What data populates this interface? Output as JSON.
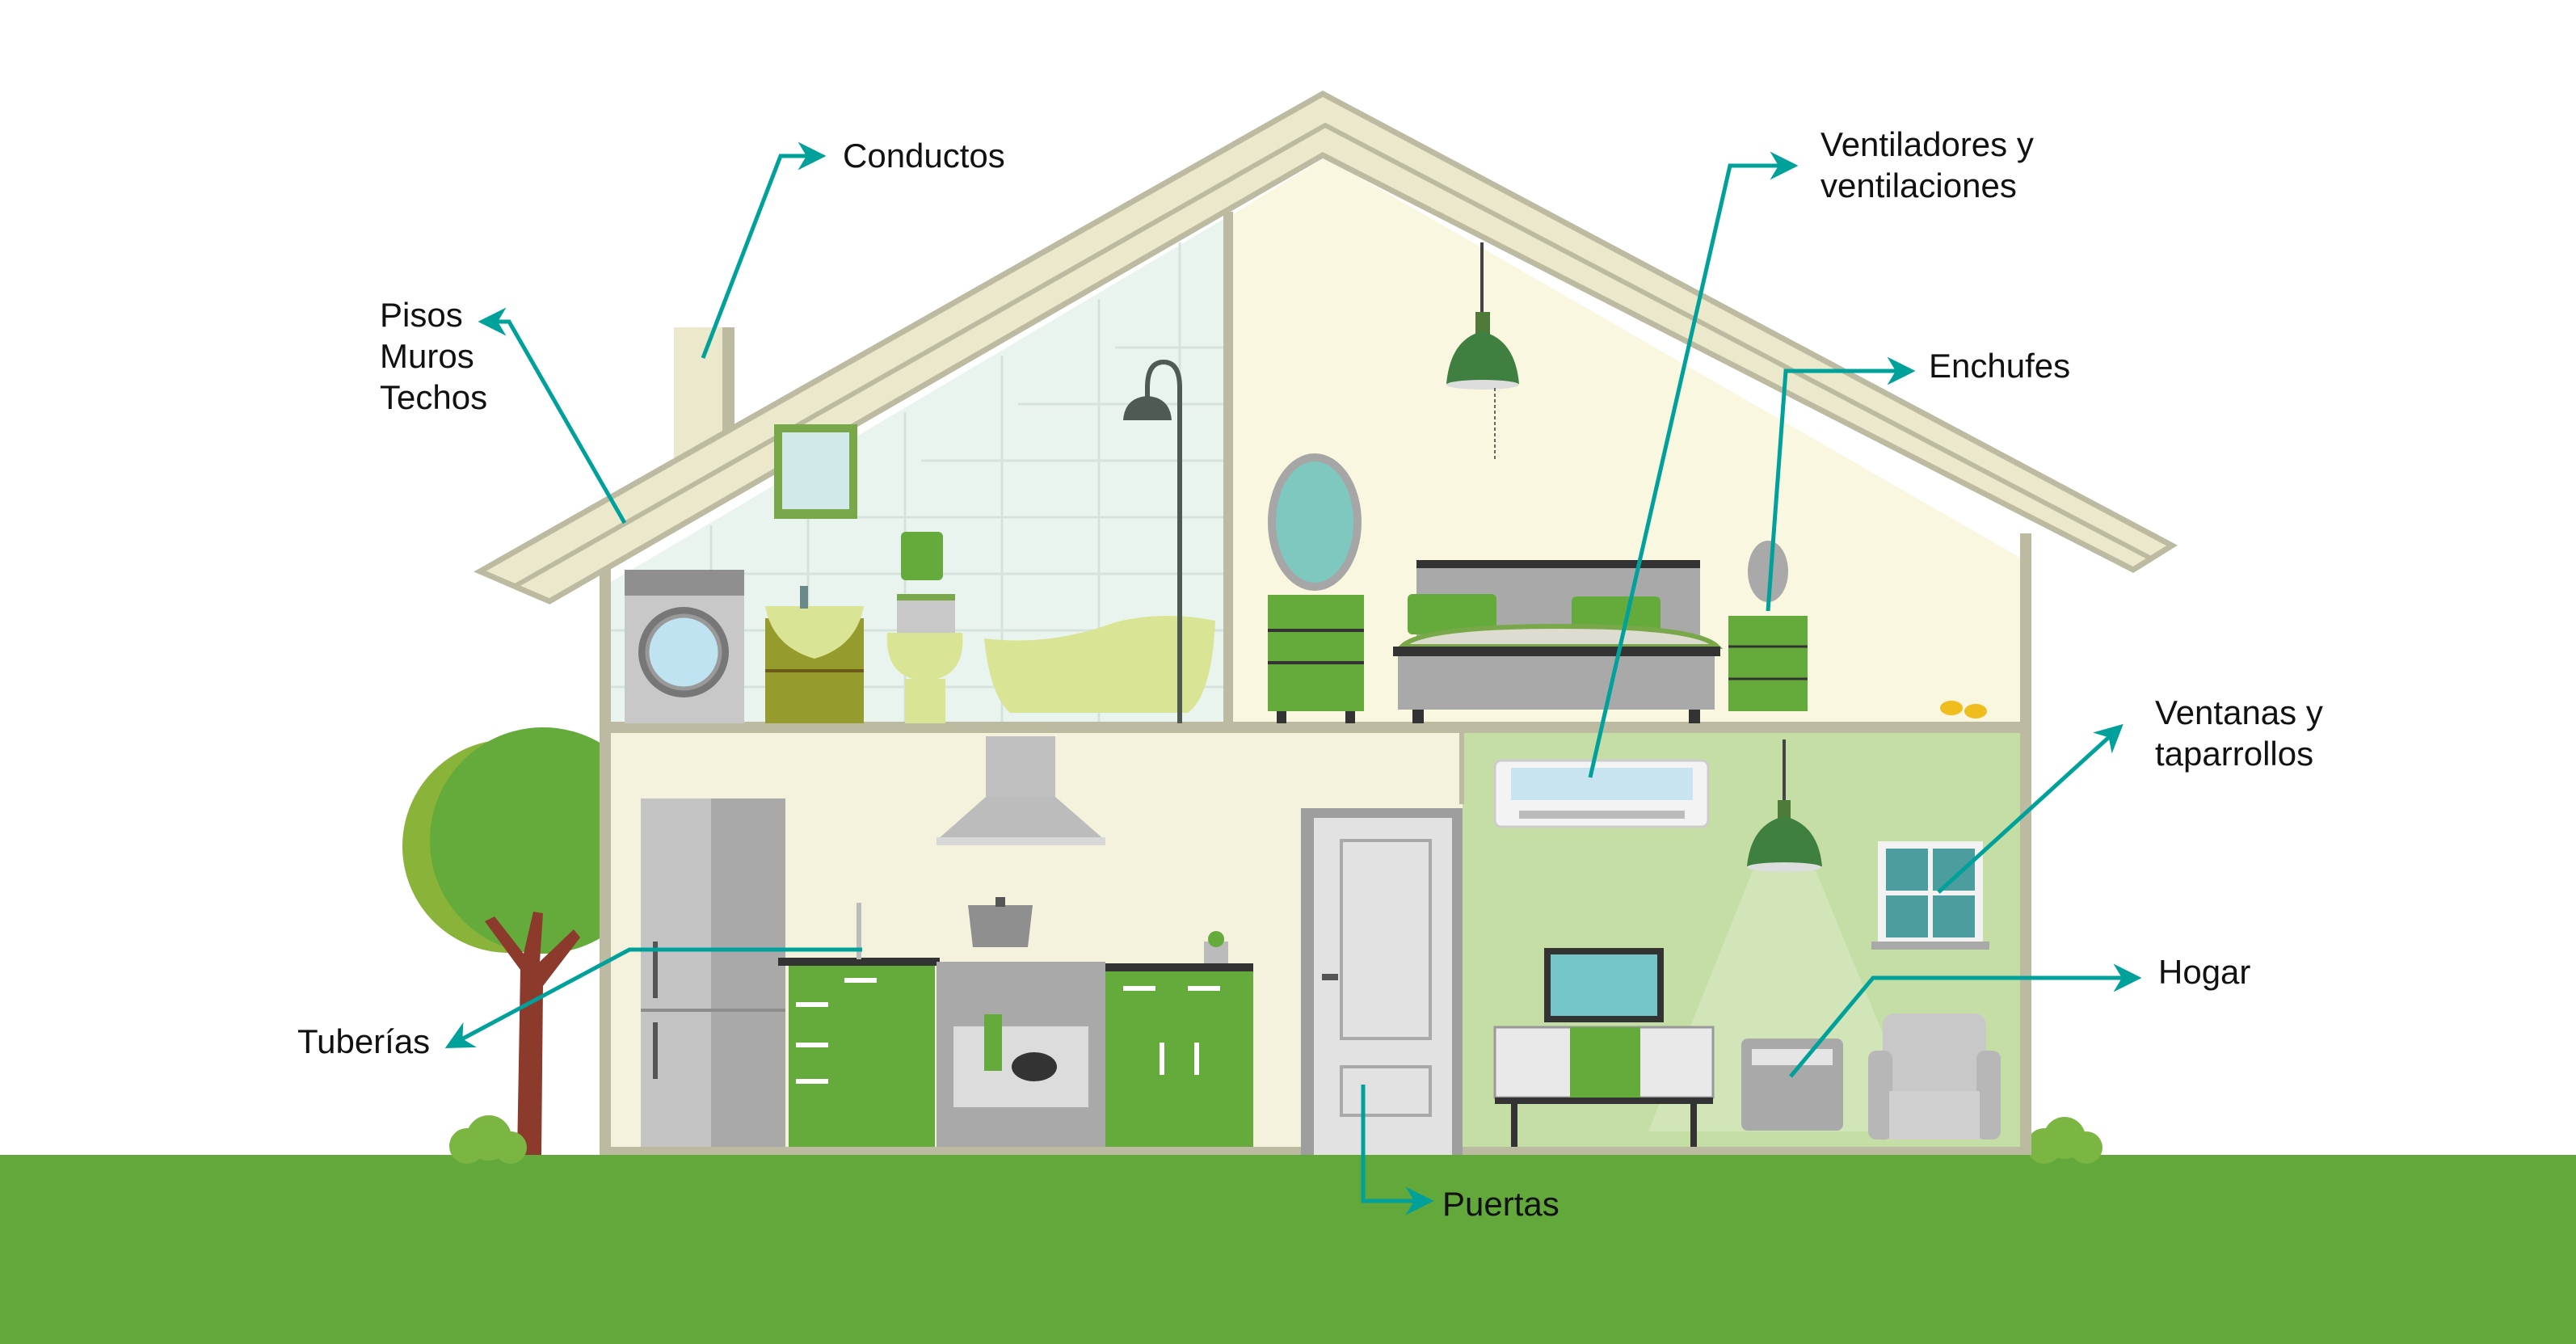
{
  "labels": {
    "conductos": "Conductos",
    "pisos": "Pisos",
    "muros": "Muros",
    "techos": "Techos",
    "ventiladores_1": "Ventiladores y",
    "ventiladores_2": "ventilaciones",
    "enchufes": "Enchufes",
    "ventanas_1": "Ventanas y",
    "ventanas_2": "taparrollos",
    "hogar": "Hogar",
    "tuberias": "Tuberías",
    "puertas": "Puertas"
  },
  "colors": {
    "arrow": "#00a19a",
    "grass": "#63a83b",
    "roof": "#ebe8cb",
    "roof_edge": "#bcbaa0",
    "furniture_green": "#64ab3c",
    "bathroom_wall": "#eaf4ef",
    "bedroom_wall": "#f9f7e0",
    "kitchen_wall": "#f4f2dc",
    "living_wall": "#c5dea5"
  }
}
